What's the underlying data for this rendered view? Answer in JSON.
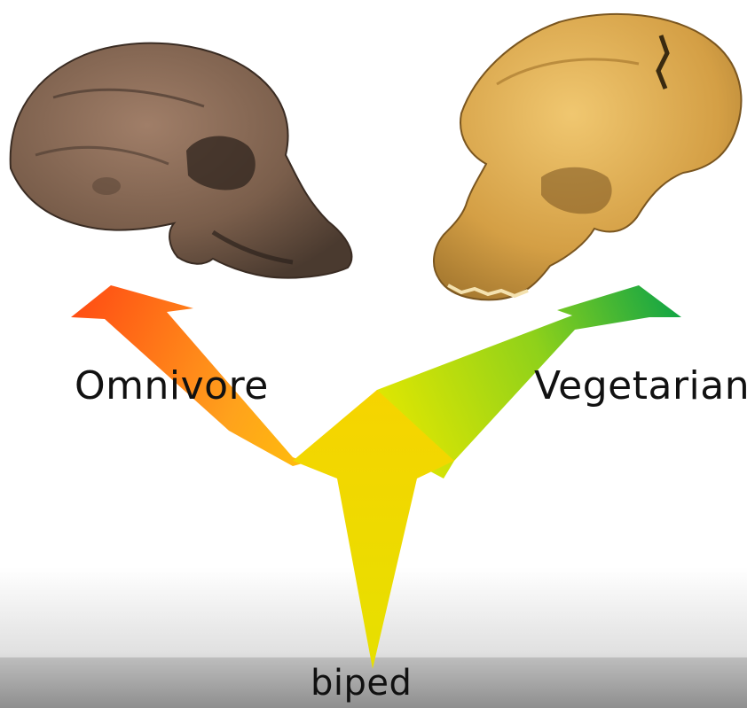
{
  "diagram": {
    "labels": {
      "left": "Omnivore",
      "right": "Vegetarian",
      "bottom": "biped"
    },
    "images": {
      "left": "skull-fossil-left",
      "right": "skull-fossil-right"
    },
    "colors": {
      "arrow_left": "#ff5a12",
      "arrow_center": "#f5d800",
      "arrow_right": "#13a843",
      "skull_left": "#8a6a55",
      "skull_right": "#d8a84a"
    }
  }
}
